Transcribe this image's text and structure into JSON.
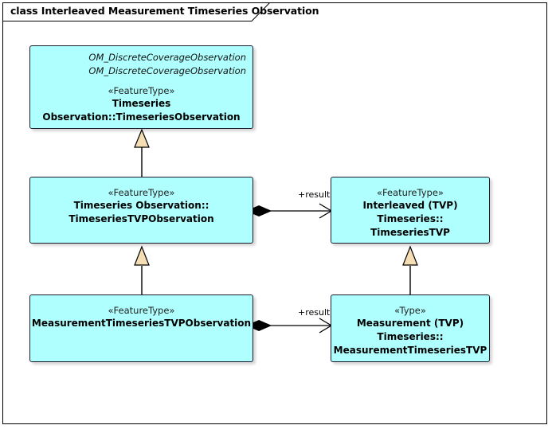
{
  "diagram": {
    "title": "class Interleaved Measurement Timeseries Observation",
    "colors": {
      "class_fill": "#AFFFFF",
      "class_border": "#1a1a2e",
      "generalization_fill": "#F5DEB3",
      "connector_line": "#000000",
      "frame_border": "#000000",
      "background": "#ffffff"
    }
  },
  "classes": {
    "timeseries_observation": {
      "qualified_line1": "OM_DiscreteCoverageObservation",
      "qualified_line2": "OM_DiscreteCoverageObservation",
      "stereotype": "«FeatureType»",
      "name_line1": "Timeseries Observation::TimeseriesObservation"
    },
    "timeseries_tvp_observation": {
      "stereotype": "«FeatureType»",
      "name_line1": "Timeseries Observation::",
      "name_line2": "TimeseriesTVPObservation"
    },
    "measurement_timeseries_tvp_observation": {
      "stereotype": "«FeatureType»",
      "name_line1": "MeasurementTimeseriesTVPObservation"
    },
    "timeseries_tvp": {
      "stereotype": "«FeatureType»",
      "name_line1": "Interleaved (TVP) Timeseries::",
      "name_line2": "TimeseriesTVP"
    },
    "measurement_timeseries_tvp": {
      "stereotype": "«Type»",
      "name_line1": "Measurement (TVP) Timeseries::",
      "name_line2": "MeasurementTimeseriesTVP"
    }
  },
  "connectors": {
    "generalization_top": {
      "type": "generalization",
      "from": "TimeseriesTVPObservation",
      "to": "TimeseriesObservation"
    },
    "generalization_left_lower": {
      "type": "generalization",
      "from": "MeasurementTimeseriesTVPObservation",
      "to": "TimeseriesTVPObservation"
    },
    "generalization_right": {
      "type": "generalization",
      "from": "MeasurementTimeseriesTVP",
      "to": "TimeseriesTVP"
    },
    "composition_upper": {
      "type": "composition",
      "from": "TimeseriesTVPObservation",
      "to": "TimeseriesTVP",
      "role_label": "+result"
    },
    "composition_lower": {
      "type": "composition",
      "from": "MeasurementTimeseriesTVPObservation",
      "to": "MeasurementTimeseriesTVP",
      "role_label": "+result"
    }
  }
}
